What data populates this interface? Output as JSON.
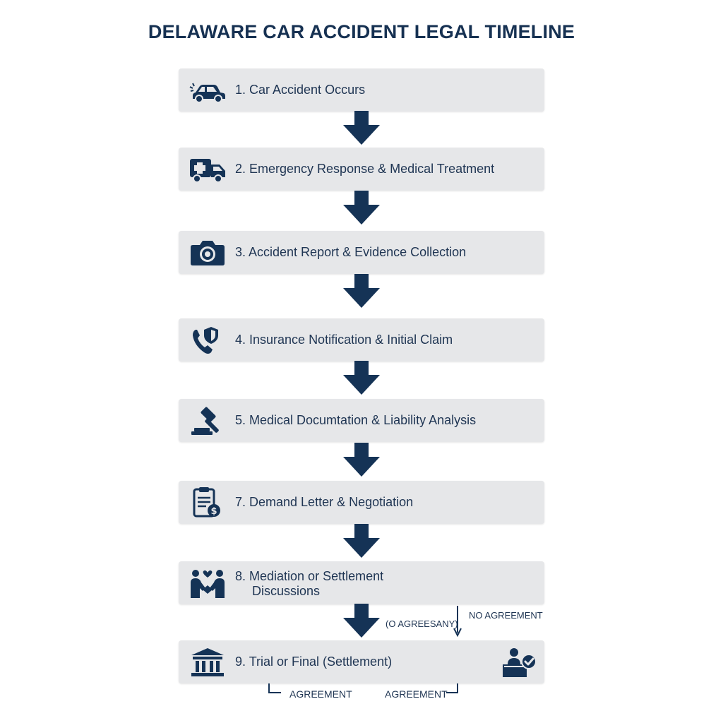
{
  "title": "DELAWARE CAR ACCIDENT LEGAL TIMELINE",
  "steps": [
    {
      "label": "1. Car Accident Occurs",
      "icon": "car-icon"
    },
    {
      "label": "2. Emergency Response & Medical Treatment",
      "icon": "ambulance-icon"
    },
    {
      "label": "3. Accident Report & Evidence Collection",
      "icon": "camera-icon"
    },
    {
      "label": "4. Insurance Notification & Initial Claim",
      "icon": "phone-shield-icon"
    },
    {
      "label": "5. Medical Documtation & Liability Analysis",
      "icon": "gavel-icon"
    },
    {
      "label": "7. Demand Letter & Negotiation",
      "icon": "clipboard-dollar-icon"
    },
    {
      "label_line1": "8. Mediation or Settlement",
      "label_line2": "Discussions",
      "icon": "handshake-icon"
    },
    {
      "label": "9. Trial or Final (Settlement)",
      "icon": "courthouse-icon",
      "icon_right": "judge-check-icon"
    }
  ],
  "branches": {
    "left_label": "(O AGREESANY)",
    "right_label": "NO AGREEMENT",
    "bottom_left_label": "AGREEMENT",
    "bottom_right_label": "AGREEMENT"
  },
  "colors": {
    "navy": "#153356",
    "box": "#e6e7e9",
    "text": "#1f3553"
  }
}
